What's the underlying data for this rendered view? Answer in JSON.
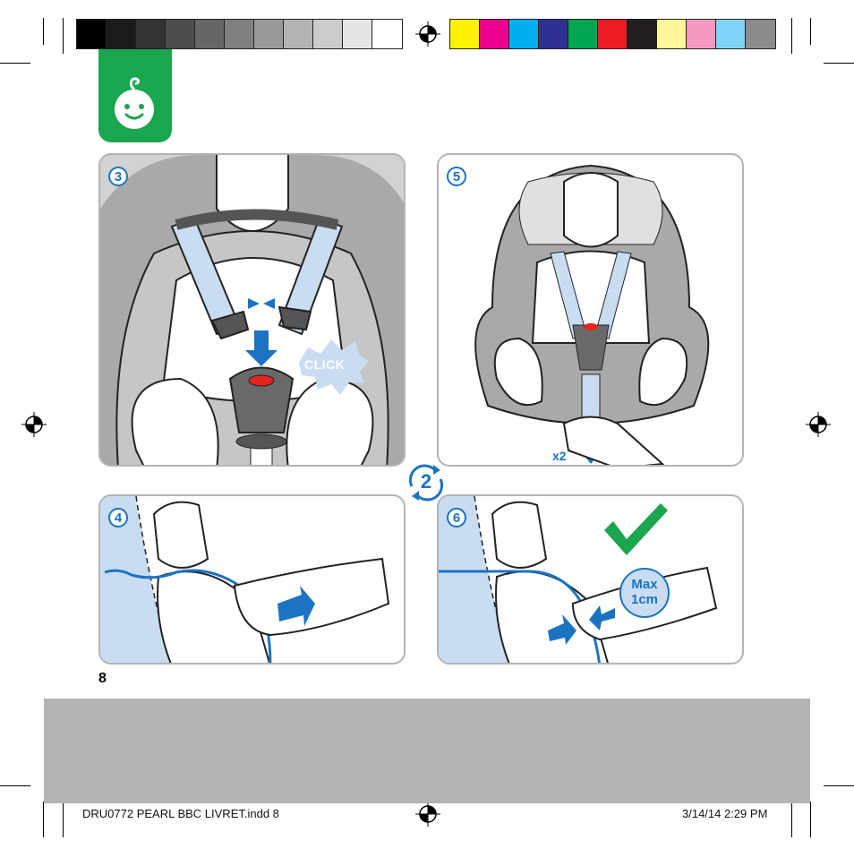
{
  "colors": {
    "accent_blue": "#1c73c1",
    "light_blue": "#c9dcf2",
    "green": "#1aa54f",
    "red": "#e52420",
    "gray_bg": "#b4b4b4"
  },
  "gray_swatches": [
    "#000000",
    "#1a1a1a",
    "#333333",
    "#4d4d4d",
    "#666666",
    "#808080",
    "#999999",
    "#b3b3b3",
    "#cccccc",
    "#e6e6e6",
    "#ffffff"
  ],
  "color_swatches": [
    "#fff200",
    "#ec008c",
    "#00aeef",
    "#2e3192",
    "#00a651",
    "#ed1c24",
    "#231f20",
    "#fff799",
    "#f49ac1",
    "#7fd3f7",
    "#8c8c8c"
  ],
  "badge": {
    "icon": "baby-face-icon"
  },
  "steps": {
    "step3": {
      "number": "3",
      "click_label": "CLICK"
    },
    "step5": {
      "number": "5",
      "repeat_label": "x2"
    },
    "step4": {
      "number": "4"
    },
    "step6": {
      "number": "6",
      "max_line1": "Max",
      "max_line2": "1cm"
    },
    "center": {
      "number": "2"
    }
  },
  "page_number": "8",
  "slug": {
    "file": "DRU0772 PEARL BBC LIVRET.indd   8",
    "date": "3/14/14   2:29 PM"
  }
}
